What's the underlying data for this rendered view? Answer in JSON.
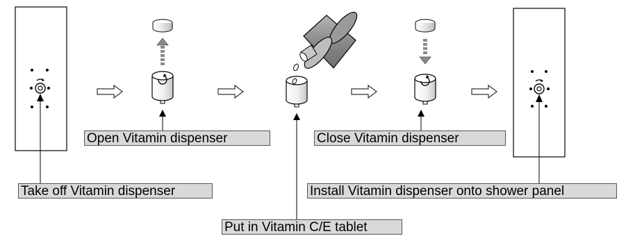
{
  "labels": {
    "open": "Open Vitamin dispenser",
    "close": "Close Vitamin dispenser",
    "take_off": "Take off Vitamin dispenser",
    "install": "Install Vitamin dispenser onto shower panel",
    "put_in": "Put in Vitamin C/E tablet"
  },
  "colors": {
    "line": "#000000",
    "label_fill": "#d9d9d9",
    "cartridge_fill": "#8c8c8c",
    "arrow_fill": "#ffffff"
  },
  "steps": [
    "take-off",
    "open",
    "put-in",
    "close",
    "install"
  ]
}
